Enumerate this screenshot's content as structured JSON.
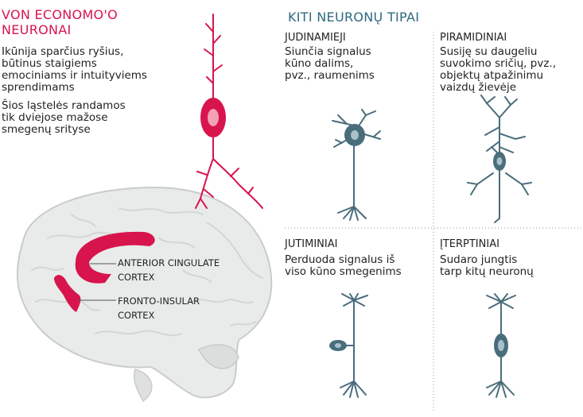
{
  "von_economo": {
    "title_line1": "VON ECONOMO'O",
    "title_line2": "NEURONAI",
    "desc1_lines": [
      "Ikūnija sparčius ryšius,",
      "būtinus staigiems",
      "emociniams ir intuityviems",
      "sprendimams"
    ],
    "desc2_lines": [
      "Šios ląstelės randamos",
      "tik dviejose mažose",
      "smegenų srityse"
    ]
  },
  "brain": {
    "acc_label": [
      "ANTERIOR CINGULATE",
      "CORTEX"
    ],
    "fi_label": [
      "FRONTO-INSULAR",
      "CORTEX"
    ]
  },
  "other_types": {
    "title": "KITI NEURONŲ TIPAI",
    "motor": {
      "title": "JUDINAMIEJI",
      "desc": [
        "Siunčia signalus",
        "kūno dalims,",
        "pvz., raumenims"
      ]
    },
    "pyramidal": {
      "title": "PIRAMIDINIAI",
      "desc": [
        "Susiję su daugeliu",
        "suvokimo sričių, pvz.,",
        "objektų atpažinimu",
        "vaizdų žievėje"
      ]
    },
    "sensory": {
      "title": "JUTIMINIAI",
      "desc": [
        "Perduoda signalus iš",
        "viso kūno smegenims"
      ]
    },
    "inter": {
      "title": "ĮTERPTINIAI",
      "desc": [
        "Sudaro jungtis",
        "tarp kitų neuronų"
      ]
    }
  },
  "colors": {
    "accent": "#d8144d",
    "neuron": "#4a6d7c",
    "types_title": "#2d6a80"
  }
}
